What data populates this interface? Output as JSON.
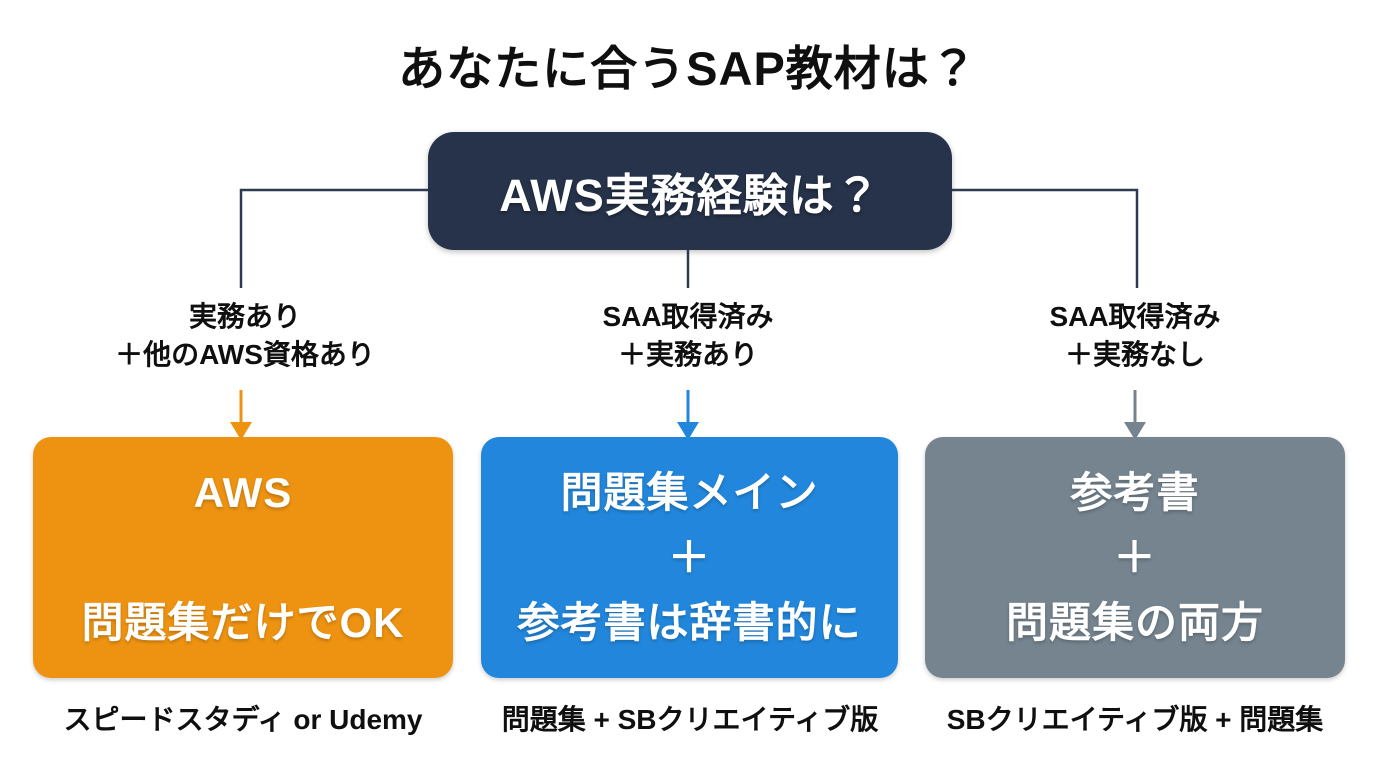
{
  "title": "あなたに合うSAP教材は？",
  "decision_box": {
    "label": "AWS実務経験は？"
  },
  "colors": {
    "decision_bg": "#27334A",
    "connector_line": "#2E3A50",
    "background": "#FFFFFF",
    "text_dark": "#0F0F0F",
    "text_light": "#FFFFFF"
  },
  "branches": [
    {
      "condition": [
        "実務あり",
        "＋他のAWS資格あり"
      ],
      "box_lines": [
        "AWS",
        "",
        "問題集だけでOK"
      ],
      "recommendation": "スピードスタディ or Udemy",
      "accent": "#EE9311"
    },
    {
      "condition": [
        "SAA取得済み",
        "＋実務あり"
      ],
      "box_lines": [
        "問題集メイン",
        "＋",
        "参考書は辞書的に"
      ],
      "recommendation": "問題集 + SBクリエイティブ版",
      "accent": "#2287DC"
    },
    {
      "condition": [
        "SAA取得済み",
        "＋実務なし"
      ],
      "box_lines": [
        "参考書",
        "＋",
        "問題集の両方"
      ],
      "recommendation": "SBクリエイティブ版 + 問題集",
      "accent": "#75848F"
    }
  ]
}
